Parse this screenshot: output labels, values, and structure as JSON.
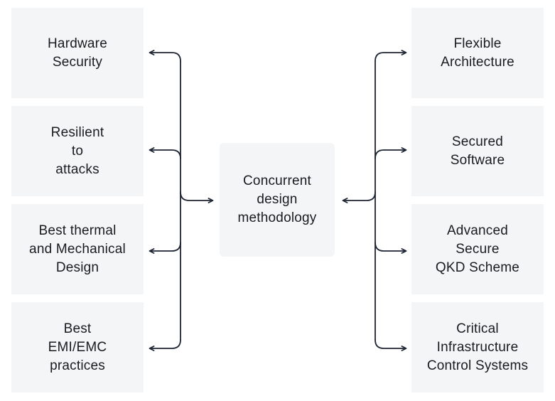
{
  "center": {
    "label": "Concurrent\ndesign\nmethodology"
  },
  "left_items": [
    {
      "label": "Hardware\nSecurity"
    },
    {
      "label": "Resilient\nto\nattacks"
    },
    {
      "label": "Best thermal\nand Mechanical\nDesign"
    },
    {
      "label": "Best\nEMI/EMC\npractices"
    }
  ],
  "right_items": [
    {
      "label": "Flexible\nArchitecture"
    },
    {
      "label": "Secured\nSoftware"
    },
    {
      "label": "Advanced\nSecure\nQKD Scheme"
    },
    {
      "label": "Critical\nInfrastructure\nControl Systems"
    }
  ],
  "colors": {
    "box_fill": "#f4f5f7",
    "connector": "#1c2333",
    "text": "#1b1b1f"
  }
}
